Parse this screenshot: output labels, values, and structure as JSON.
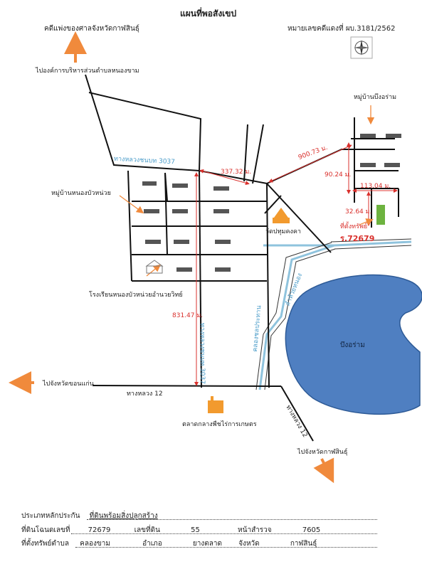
{
  "header": {
    "title": "แผนที่พอสังเขป",
    "court": "คดีแพ่งของศาลจังหวัดกาฬสินธุ์",
    "case_no": "หมายเลขคดีแดงที่ ผบ.3181/2562"
  },
  "labels": {
    "sao_office": "ไปองค์การบริหารส่วนตำบลหนองขาม",
    "village_bueng": "หมู่บ้านบึงอร่าม",
    "village_nong": "หมู่บ้านหนองบัวหน่วย",
    "school": "โรงเรียนหนองบัวหน่วยอำนวยวิทย์",
    "temple": "วัดปทุมคงคา",
    "land_location": "ที่ตั้งทรัพย์",
    "title_deed": "ร.72679",
    "lake": "บึงอร่าม",
    "to_khonkaen": "ไปจังหวัดขอนแก่น",
    "to_kalasin": "ไปจังหวัดกาฬสินธุ์",
    "market": "ตลาดกลางพืชไร่การเกษตร",
    "road_3037_top": "ทางหลวงชนบท 3037",
    "road_3037_vertical": "ทางหลวงชนบท 3037",
    "road_12": "ทางหลวง 12",
    "road_12_diag": "ทางหลวง 12",
    "canal_1": "ลำห้วยหนอง",
    "canal_2": "คลองชลประทาน"
  },
  "distances": {
    "d1": "337.32 ม.",
    "d2": "900.73 ม.",
    "d3": "90.24 ม.",
    "d4": "113.04 ม.",
    "d5": "32.64 ม.",
    "d6": "831.47 ม."
  },
  "footer": {
    "row1_label": "ประเภทหลักประกัน",
    "row1_value": "ที่ดินพร้อมสิ่งปลูกสร้าง",
    "row2_label1": "ที่ดินโฉนดเลขที่",
    "row2_value1": "72679",
    "row2_label2": "เลขที่ดิน",
    "row2_value2": "55",
    "row2_label3": "หน้าสำรวจ",
    "row2_value3": "7605",
    "row3_label1": "ที่ตั้งทรัพย์ตำบล",
    "row3_value1": "คลองขาม",
    "row3_label2": "อำเภอ",
    "row3_value2": "ยางตลาด",
    "row3_label3": "จังหวัด",
    "row3_value3": "กาฬสินธุ์"
  },
  "colors": {
    "road": "#111111",
    "arrow": "#f08a3c",
    "distance": "#d9302c",
    "canal": "#8fc3dd",
    "lake": "#4f7fc1",
    "land": "#6db33f"
  }
}
